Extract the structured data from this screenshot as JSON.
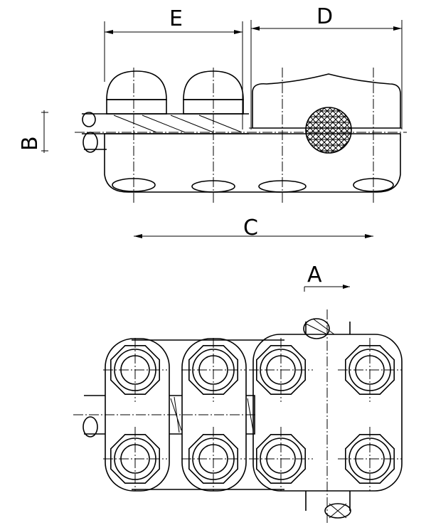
{
  "drawing": {
    "labels": {
      "a": "A",
      "b": "B",
      "c": "C",
      "d": "D",
      "e": "E"
    },
    "line_color": "#000000",
    "background": "#ffffff"
  }
}
